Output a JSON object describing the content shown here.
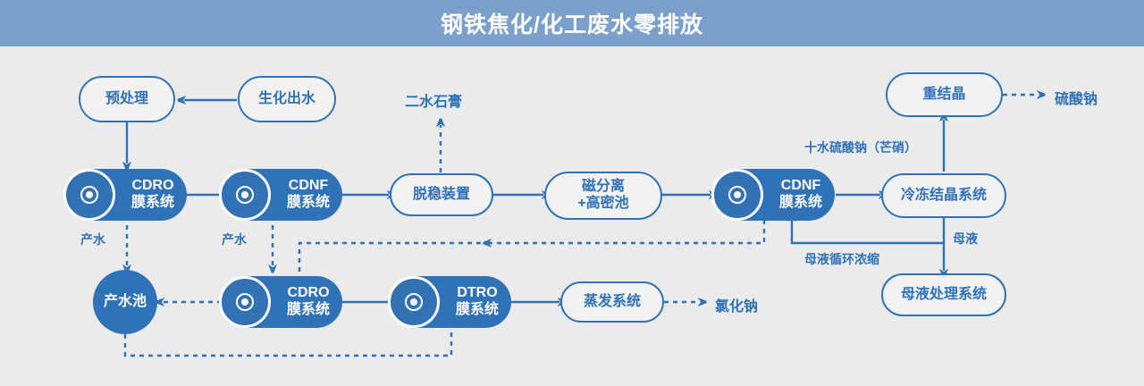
{
  "header": {
    "title": "钢铁焦化/化工废水零排放"
  },
  "colors": {
    "header_bg": "#7ba0cb",
    "canvas_bg": "#ebebeb",
    "accent_blue": "#2f72b8",
    "node_fill": "#2f72b8",
    "node_outline_fill": "#f2f2f2",
    "text_on_fill": "#ffffff"
  },
  "nodes": {
    "pretreatment": {
      "label": "预处理",
      "style": "pill-outline"
    },
    "bio_effluent": {
      "label": "生化出水",
      "style": "pill-outline"
    },
    "cdro_1": {
      "label": "CDRO\n膜系统",
      "style": "pill-filled",
      "icon": "membrane-disc-icon"
    },
    "cdnf_1": {
      "label": "CDNF\n膜系统",
      "style": "pill-filled",
      "icon": "membrane-disc-icon"
    },
    "destabilizer": {
      "label": "脱稳装置",
      "style": "pill-outline"
    },
    "magnetic_sep": {
      "label": "磁分离\n+高密池",
      "style": "pill-outline"
    },
    "cdnf_2": {
      "label": "CDNF\n膜系统",
      "style": "pill-filled",
      "icon": "membrane-disc-icon"
    },
    "freeze_cryst": {
      "label": "冷冻结晶系统",
      "style": "pill-outline"
    },
    "recrystallize": {
      "label": "重结晶",
      "style": "pill-outline"
    },
    "mother_liquor_sys": {
      "label": "母液处理系统",
      "style": "pill-outline"
    },
    "product_water_pool": {
      "label": "产水池",
      "style": "circle-filled"
    },
    "cdro_2": {
      "label": "CDRO\n膜系统",
      "style": "pill-filled",
      "icon": "membrane-disc-icon"
    },
    "dtro": {
      "label": "DTRO\n膜系统",
      "style": "pill-filled",
      "icon": "membrane-disc-icon"
    },
    "evaporation": {
      "label": "蒸发系统",
      "style": "pill-outline"
    }
  },
  "terminals": {
    "gypsum": "二水石膏",
    "sodium_sulfate": "硫酸钠",
    "sodium_chloride": "氯化钠"
  },
  "edge_labels": {
    "produced_water_1": "产水",
    "produced_water_2": "产水",
    "glauber_salt": "十水硫酸钠（芒硝）",
    "mother_liquor": "母液",
    "mother_liquor_recycle": "母液循环浓缩"
  }
}
